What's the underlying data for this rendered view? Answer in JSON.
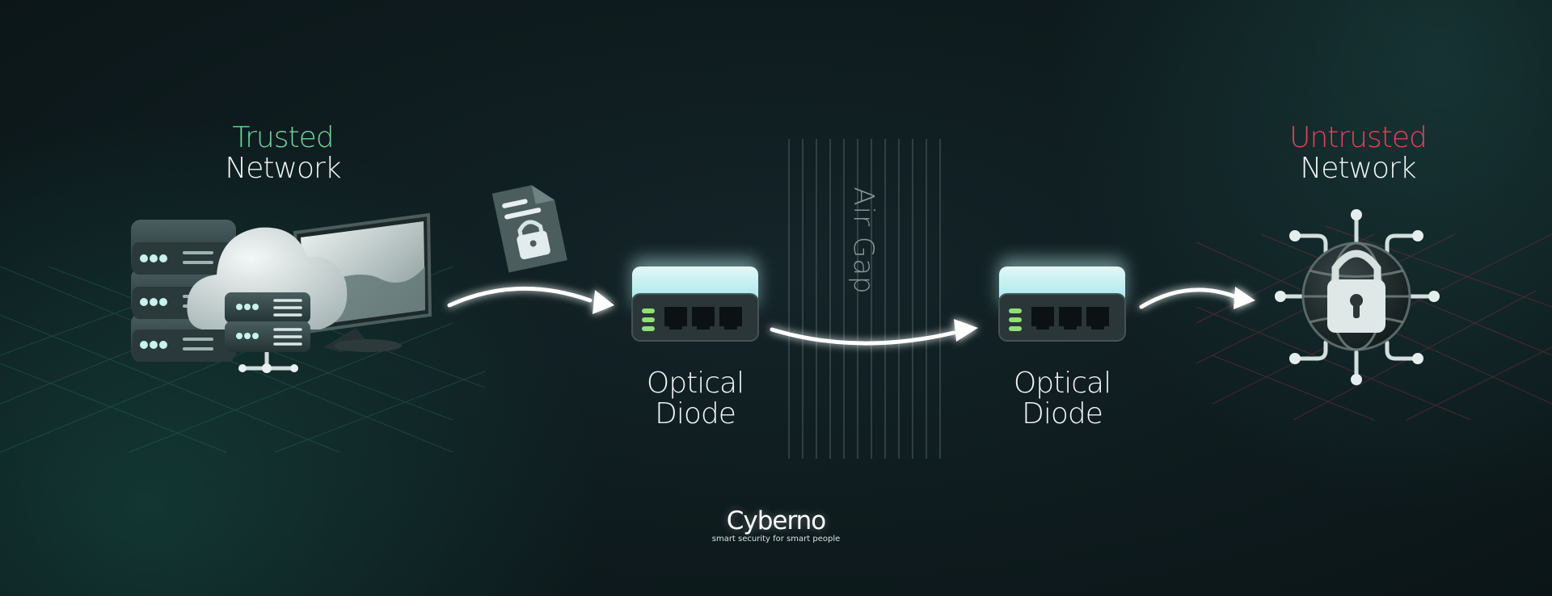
{
  "trusted_network": {
    "line1": "Trusted",
    "line2": "Network"
  },
  "untrusted_network": {
    "line1": "Untrusted",
    "line2": "Network"
  },
  "optical_diode_1": {
    "line1": "Optical",
    "line2": "Diode"
  },
  "optical_diode_2": {
    "line1": "Optical",
    "line2": "Diode"
  },
  "air_gap": {
    "label": "Air Gap"
  },
  "brand": {
    "name": "Cyberno",
    "tagline": "smart security for smart people"
  },
  "colors": {
    "background": "#0f1d20",
    "trusted_accent": "#6fd39e",
    "untrusted_accent": "#e2415a",
    "text": "#f2f6f5",
    "device_glow": "#bfeff0"
  },
  "icons": [
    "server-stack-icon",
    "cloud-icon",
    "monitor-icon",
    "locked-document-icon",
    "optical-diode-icon",
    "secure-globe-icon"
  ]
}
